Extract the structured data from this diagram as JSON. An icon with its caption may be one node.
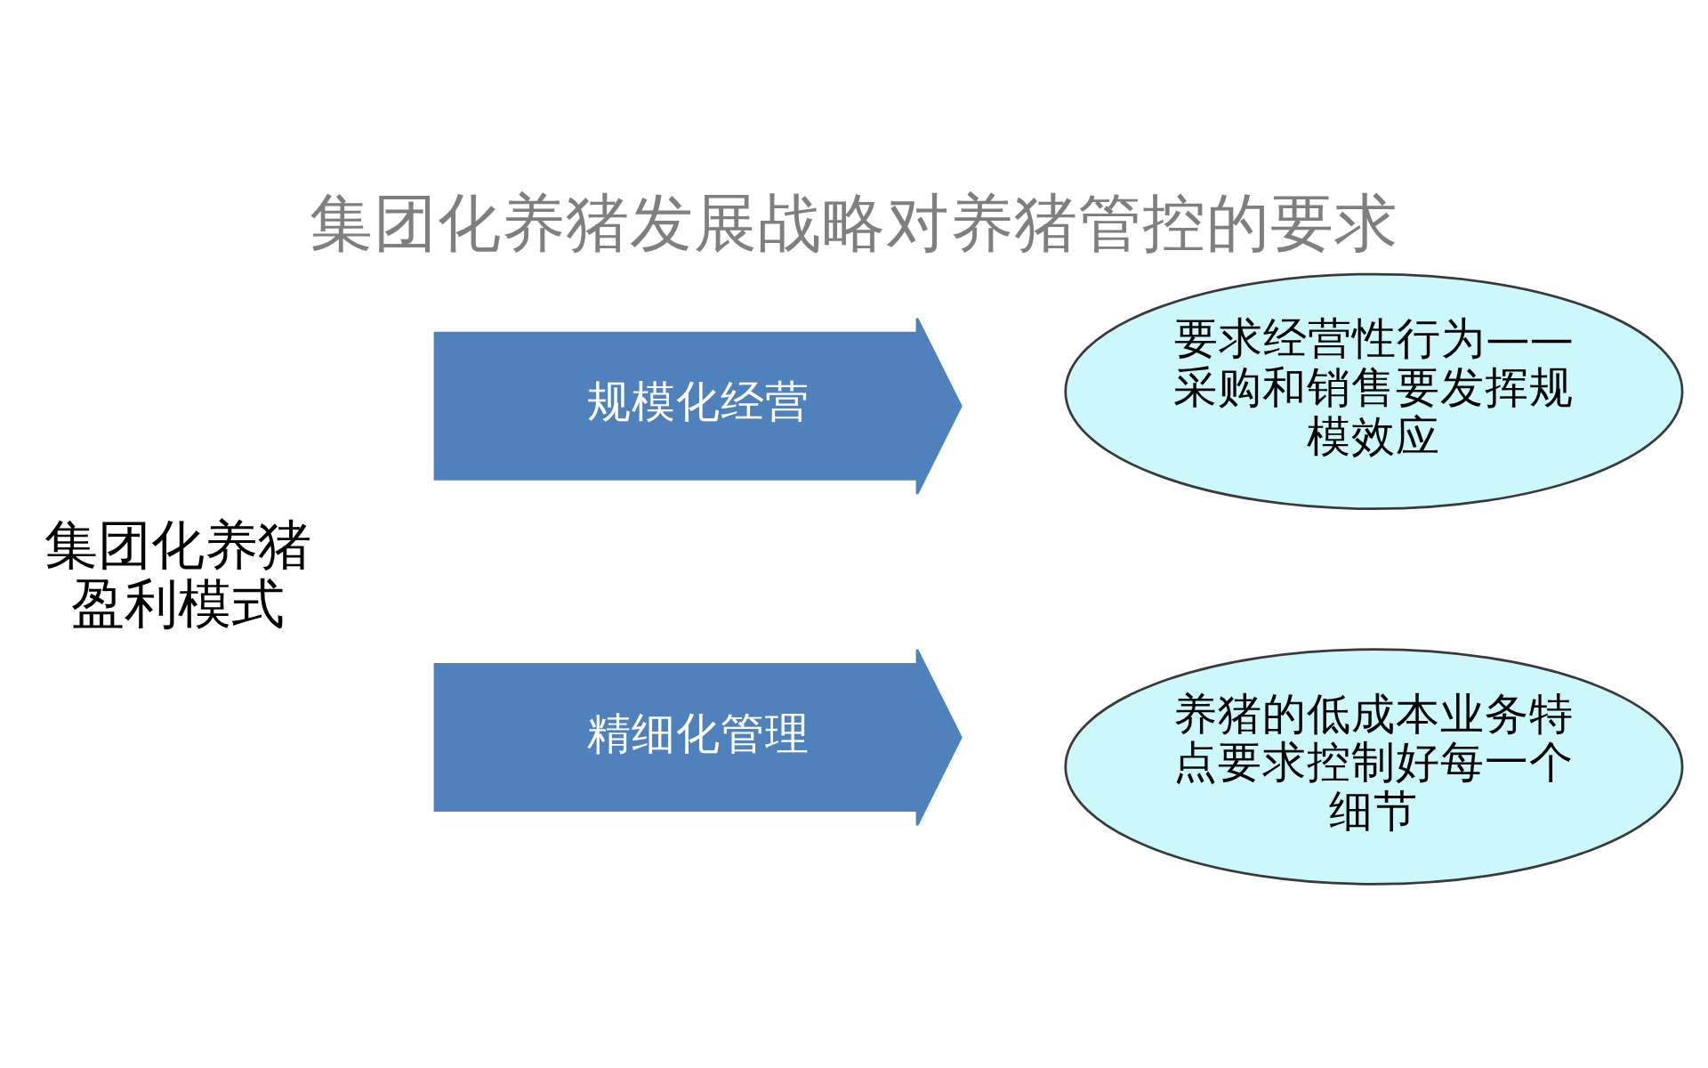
{
  "diagram": {
    "title": "集团化养猪发展战略对养猪管控的要求",
    "nodes": [
      {
        "text": [
          "集团化养猪盈利模式"
        ]
      },
      {
        "text": [
          "规模化经营"
        ]
      },
      {
        "text": [
          "要求经营性行为——采购和销售要发挥规模效应"
        ]
      },
      {
        "text": [
          "精细化管理"
        ]
      },
      {
        "text": [
          "养猪的低成本业务特点要求控制好每一个细节"
        ]
      }
    ],
    "edges": []
  }
}
